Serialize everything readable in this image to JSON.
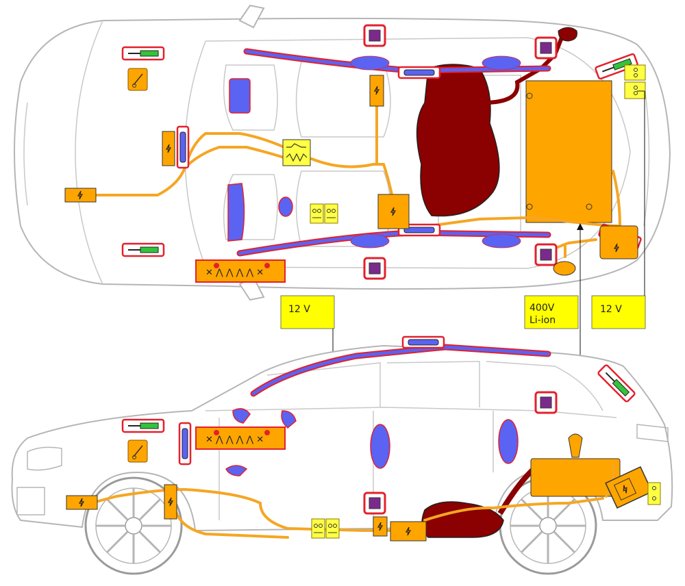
{
  "labels": {
    "battery_12v_left": "12 V",
    "battery_400v_line1": "400V",
    "battery_400v_line2": "Li-ion",
    "battery_12v_right": "12 V"
  },
  "colors": {
    "outline": "#b5b5b5",
    "cable": "#f5a623",
    "airbag": "#5b63f2",
    "airbag_border": "#e3202c",
    "fuel": "#8b0000",
    "hv_battery": "#ffa500",
    "label_bg": "#ffff00",
    "control_unit": "#7b2a8c",
    "gas_spring": "#34c33a"
  },
  "icons": [
    "lightning-icon",
    "gas-strut-icon",
    "seatbelt-pretensioner-icon",
    "battery-12v-icon",
    "airbag-control-unit-icon"
  ]
}
